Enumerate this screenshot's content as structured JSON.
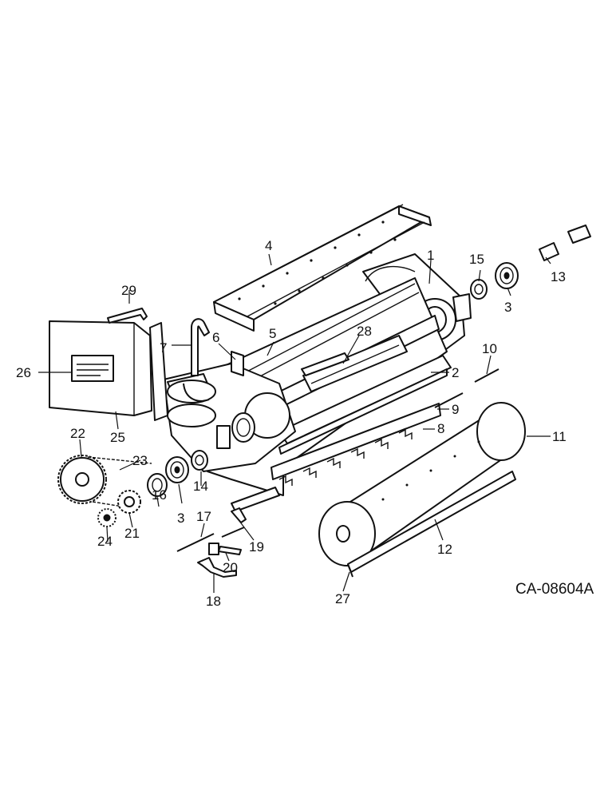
{
  "drawing_code": "CA-08604A",
  "callouts": [
    {
      "id": "c1",
      "text": "1"
    },
    {
      "id": "c2",
      "text": "2"
    },
    {
      "id": "c3a",
      "text": "3"
    },
    {
      "id": "c3b",
      "text": "3"
    },
    {
      "id": "c4",
      "text": "4"
    },
    {
      "id": "c5",
      "text": "5"
    },
    {
      "id": "c6",
      "text": "6"
    },
    {
      "id": "c7",
      "text": "7"
    },
    {
      "id": "c8",
      "text": "8"
    },
    {
      "id": "c9",
      "text": "9"
    },
    {
      "id": "c10",
      "text": "10"
    },
    {
      "id": "c11",
      "text": "11"
    },
    {
      "id": "c12",
      "text": "12"
    },
    {
      "id": "c13",
      "text": "13"
    },
    {
      "id": "c14",
      "text": "14"
    },
    {
      "id": "c15",
      "text": "15"
    },
    {
      "id": "c16",
      "text": "16"
    },
    {
      "id": "c17",
      "text": "17"
    },
    {
      "id": "c18",
      "text": "18"
    },
    {
      "id": "c19",
      "text": "19"
    },
    {
      "id": "c20",
      "text": "20"
    },
    {
      "id": "c21",
      "text": "21"
    },
    {
      "id": "c22",
      "text": "22"
    },
    {
      "id": "c23",
      "text": "23"
    },
    {
      "id": "c24",
      "text": "24"
    },
    {
      "id": "c25",
      "text": "25"
    },
    {
      "id": "c26",
      "text": "26"
    },
    {
      "id": "c27",
      "text": "27"
    },
    {
      "id": "c28",
      "text": "28"
    },
    {
      "id": "c29",
      "text": "29"
    }
  ]
}
